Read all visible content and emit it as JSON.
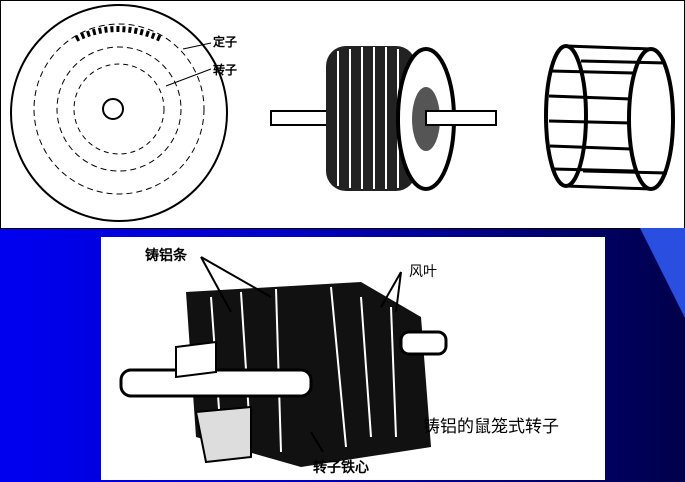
{
  "top_figure": {
    "labels": {
      "stator": "定子",
      "rotor": "转子"
    }
  },
  "bottom_figure": {
    "labels": {
      "cast_aluminum_bars": "铸铝条",
      "fan_blades": "风叶",
      "rotor_core": "转子铁心",
      "caption": "铸铝的鼠笼式转子"
    }
  },
  "colors": {
    "background_left": "#0000f0",
    "background_right": "#00004a",
    "accent": "#2a4fe0"
  }
}
